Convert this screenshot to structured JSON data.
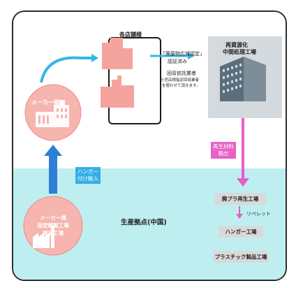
{
  "diagram": {
    "maker_label": "メーカー様",
    "stores_label": "各店舗様",
    "cert_label": "「廃棄物広域認定」",
    "cert_sub": "認証済み",
    "collector_label": "回収依託業者",
    "collector_note_1": "小売店様指定回収業者",
    "collector_note_2": "を使わせて頂きます。",
    "recycling_plant_label_1": "再資源化",
    "recycling_plant_label_2": "中間処理工場",
    "hanger_import_label_1": "ハンガー",
    "hanger_import_label_2": "付け輸入",
    "export_label_1": "再生材料",
    "export_label_2": "輸出",
    "china_base_label": "生産拠点(中国)",
    "factory_label_1": "メーカー様",
    "factory_label_2": "指定縫製工場",
    "factory_label_3": "検品工場",
    "plastic_recycle_plant": "廃プラ再生工場",
    "repellet_label": "リペレット",
    "hanger_factory": "ハンガー工場",
    "plastic_products_factory": "プラスチック製品工場"
  },
  "colors": {
    "salmon": "#f08a84",
    "salmon_light": "#f6b5ae",
    "blue_arrow": "#2f7fd6",
    "cyan_arrow": "#35b6e6",
    "pink_arrow": "#e65ccc",
    "china_bg": "#bfeef0",
    "grey_box": "#d4dadd"
  }
}
